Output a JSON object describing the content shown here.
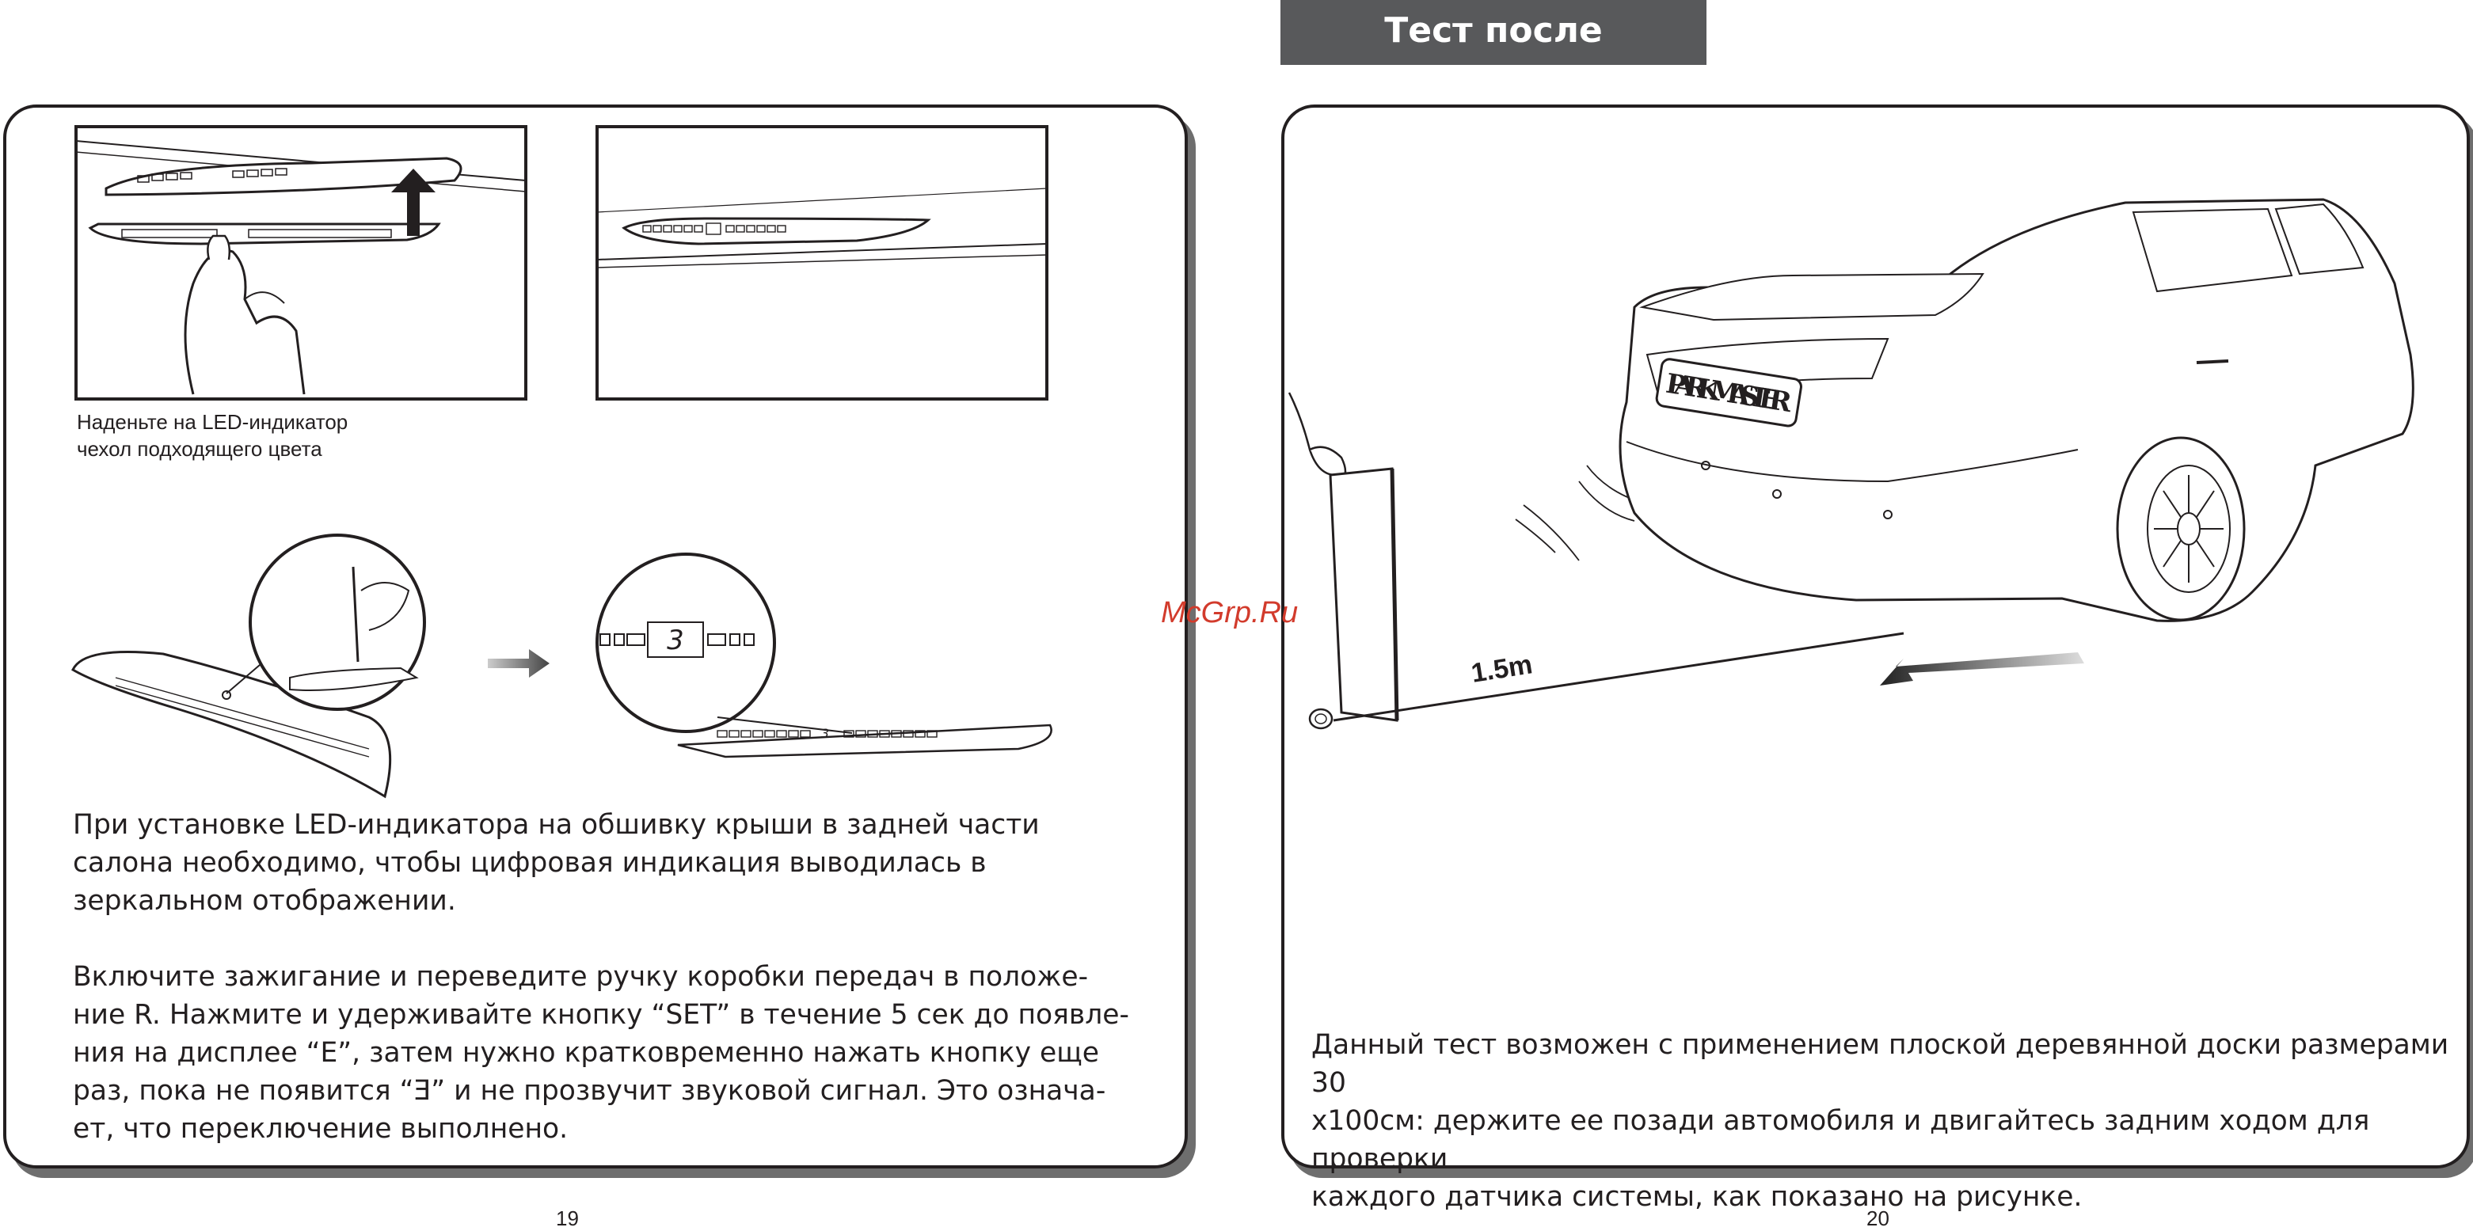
{
  "header": {
    "title": "Тест после установки"
  },
  "left_page": {
    "caption": "Наденьте на LED-индикатор\nчехол подходящего цвета",
    "display_digit": "3",
    "paragraph1": "При установке LED-индикатора на обшивку крыши в задней части\nсалона необходимо, чтобы цифровая индикация выводилась в\nзеркальном отображении.",
    "paragraph2": "Включите зажигание и переведите ручку коробки передач в положе-\nние R. Нажмите и удерживайте кнопку “SET” в течение 5 сек до появле-\nния на дисплее “E”, затем нужно кратковременно нажать кнопку еще\nраз, пока не появится “Ǝ” и не прозвучит звуковой сигнал. Это означа-\nет, что переключение выполнено.",
    "page_number": "19"
  },
  "right_page": {
    "plate_text": "PARKMASTER",
    "distance_label": "1.5m",
    "paragraph": "Данный тест возможен с применением плоской деревянной доски размерами 30\nx100см: держите ее позади автомобиля и двигайтесь задним ходом для проверки\nкаждого датчика системы, как показано на рисунке.",
    "page_number": "20"
  },
  "watermark": "McGrp.Ru"
}
